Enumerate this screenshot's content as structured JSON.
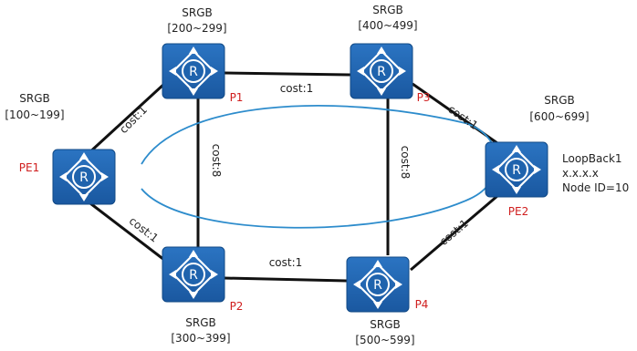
{
  "colors": {
    "router_fill": "#1f63ad",
    "router_border": "#124a86",
    "link": "#111111",
    "path": "#2d8ccc",
    "node_label": "#d01f1f",
    "text": "#222222"
  },
  "nodes": {
    "pe1": {
      "name": "PE1",
      "srgb_title": "SRGB",
      "srgb_range": "[100~199]",
      "icon": "router-icon"
    },
    "p1": {
      "name": "P1",
      "srgb_title": "SRGB",
      "srgb_range": "[200~299]",
      "icon": "router-icon"
    },
    "p2": {
      "name": "P2",
      "srgb_title": "SRGB",
      "srgb_range": "[300~399]",
      "icon": "router-icon"
    },
    "p3": {
      "name": "P3",
      "srgb_title": "SRGB",
      "srgb_range": "[400~499]",
      "icon": "router-icon"
    },
    "p4": {
      "name": "P4",
      "srgb_title": "SRGB",
      "srgb_range": "[500~599]",
      "icon": "router-icon"
    },
    "pe2": {
      "name": "PE2",
      "srgb_title": "SRGB",
      "srgb_range": "[600~699]",
      "icon": "router-icon",
      "loopback": "LoopBack1",
      "address": "x.x.x.x",
      "node_id": "Node ID=10"
    }
  },
  "links": {
    "pe1_p1": "cost:1",
    "pe1_p2": "cost:1",
    "p1_p3": "cost:1",
    "p2_p4": "cost:1",
    "p3_pe2": "cost:1",
    "p4_pe2": "cost:1",
    "p1_p2": "cost:8",
    "p3_p4": "cost:8"
  }
}
